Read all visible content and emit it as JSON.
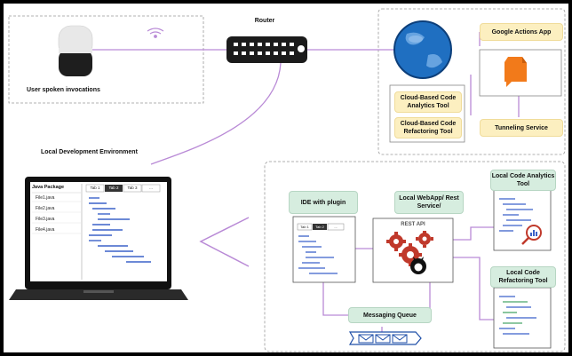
{
  "labels": {
    "router": "Router",
    "user_invocations": "User spoken invocations",
    "local_dev_env": "Local Development Environment",
    "google_actions_app": "Google Actions App",
    "tunneling_service": "Tunneling Service",
    "cloud_analytics": "Cloud-Based Code Analytics Tool",
    "cloud_refactoring": "Cloud-Based Code Refactoring Tool",
    "ide": "IDE with plugin",
    "local_webapp": "Local WebApp/ Rest Service/",
    "rest_api": "REST API",
    "local_analytics": "Local Code Analytics Tool",
    "local_refactoring": "Local Code Refactoring Tool",
    "messaging_queue": "Messaging Queue"
  },
  "laptop": {
    "package_header": "Java Package",
    "files": [
      "File1.java",
      "File2.java",
      "File3.java",
      "File4.java"
    ],
    "tabs": [
      "Tab 1",
      "Tab 2",
      "Tab 3",
      "..."
    ]
  },
  "ide_tabs": [
    "Tab 1",
    "Tab 2",
    "..."
  ],
  "colors": {
    "line": "#b98ad6",
    "tag_green": "#d6eddf",
    "tag_yellow": "#fcefc0",
    "globe": "#1f6fc1",
    "gear": "#c0392b",
    "code_blue": "#3b62c9",
    "code_green": "#4aa86a"
  }
}
